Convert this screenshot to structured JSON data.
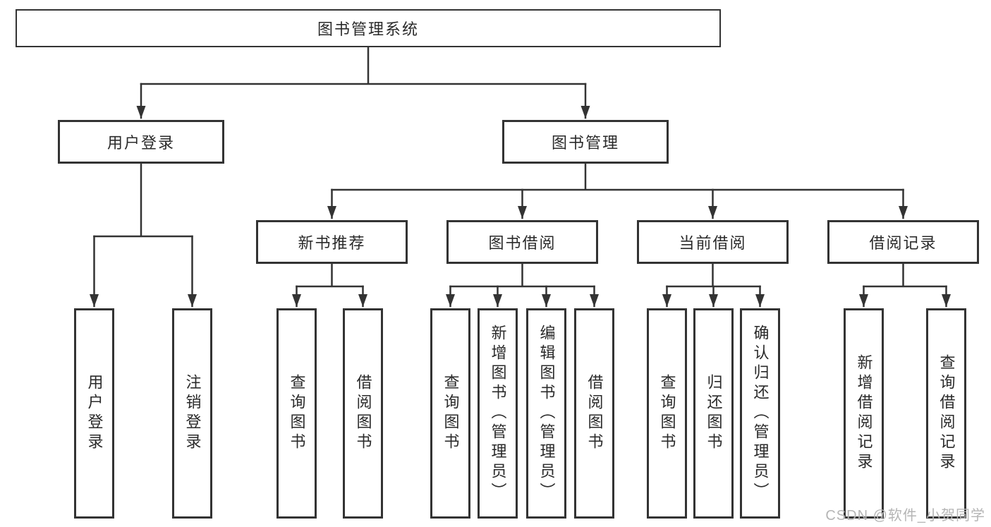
{
  "diagram": {
    "title": "图书管理系统",
    "nodes": {
      "root": "图书管理系统",
      "level2": [
        {
          "label": "用户登录"
        },
        {
          "label": "图书管理"
        }
      ],
      "level3": [
        {
          "label": "新书推荐",
          "parent": "图书管理"
        },
        {
          "label": "图书借阅",
          "parent": "图书管理"
        },
        {
          "label": "当前借阅",
          "parent": "图书管理"
        },
        {
          "label": "借阅记录",
          "parent": "图书管理"
        }
      ],
      "leaves": [
        {
          "label": "用户登录",
          "parent": "用户登录"
        },
        {
          "label": "注销登录",
          "parent": "用户登录"
        },
        {
          "label": "查询图书",
          "parent": "新书推荐"
        },
        {
          "label": "借阅图书",
          "parent": "新书推荐"
        },
        {
          "label": "查询图书",
          "parent": "图书借阅"
        },
        {
          "label": "新增图书（管理员）",
          "parent": "图书借阅"
        },
        {
          "label": "编辑图书（管理员）",
          "parent": "图书借阅"
        },
        {
          "label": "借阅图书",
          "parent": "图书借阅"
        },
        {
          "label": "查询图书",
          "parent": "当前借阅"
        },
        {
          "label": "归还图书",
          "parent": "当前借阅"
        },
        {
          "label": "确认归还（管理员）",
          "parent": "当前借阅"
        },
        {
          "label": "新增借阅记录",
          "parent": "借阅记录"
        },
        {
          "label": "查询借阅记录",
          "parent": "借阅记录"
        }
      ]
    },
    "colors": {
      "line": "#333333",
      "text": "#2a2a2a",
      "background": "#ffffff",
      "watermark": "#b5b5b5"
    }
  },
  "watermark": {
    "text": "CSDN @软件_小贺同学"
  }
}
